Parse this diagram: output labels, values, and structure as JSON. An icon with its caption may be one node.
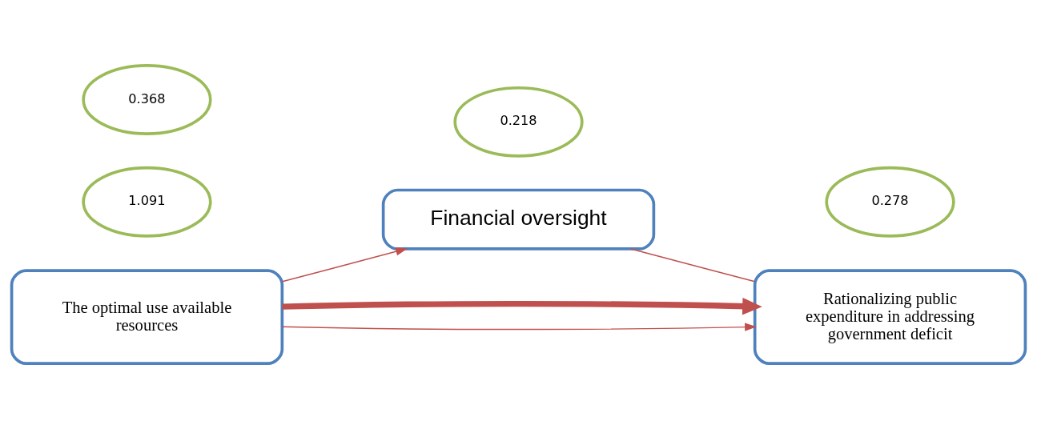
{
  "diagram": {
    "nodes": [
      {
        "text": [
          "Financial oversight"
        ]
      },
      {
        "text": [
          "The optimal use available resources"
        ]
      },
      {
        "text": [
          "Rationalizing public expenditure in addressing government deficit"
        ]
      },
      {
        "text": [
          "1.091"
        ]
      },
      {
        "text": [
          "0.218"
        ]
      },
      {
        "text": [
          "0.278"
        ]
      },
      {
        "text": [
          "0.368"
        ]
      }
    ],
    "edges": [
      {
        "from": 1,
        "to": 0,
        "arrow": "to"
      },
      {
        "from": 0,
        "to": 2,
        "arrow": "none"
      },
      {
        "from": 1,
        "to": 2,
        "arrow": "to"
      },
      {
        "from": 1,
        "to": 2,
        "arrow": "to",
        "style": "thick"
      }
    ]
  }
}
